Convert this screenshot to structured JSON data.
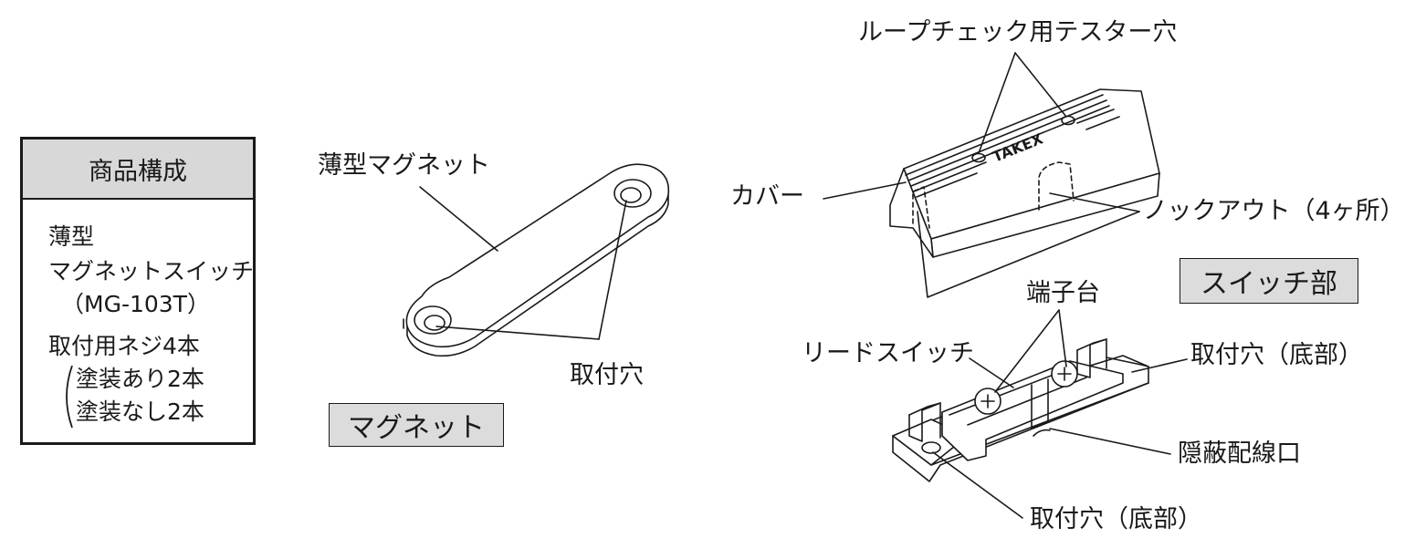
{
  "contents": {
    "header": "商品構成",
    "items": [
      "薄型",
      "マグネットスイッチ",
      "（MG-103T）",
      "取付用ネジ4本",
      "塗装あり2本",
      "塗装なし2本"
    ]
  },
  "magnet": {
    "tag": "マグネット",
    "label_thin_magnet": "薄型マグネット",
    "label_mount_hole": "取付穴"
  },
  "switch": {
    "tag": "スイッチ部",
    "label_loop_check": "ループチェック用テスター穴",
    "brand": "TAKEX",
    "label_cover": "カバー",
    "label_knockout": "ノックアウト（4ヶ所）",
    "label_terminal": "端子台",
    "label_reed_switch": "リードスイッチ",
    "label_mount_hole_bottom_right": "取付穴（底部）",
    "label_hidden_wiring": "隠蔽配線口",
    "label_mount_hole_bottom_lower": "取付穴（底部）"
  }
}
